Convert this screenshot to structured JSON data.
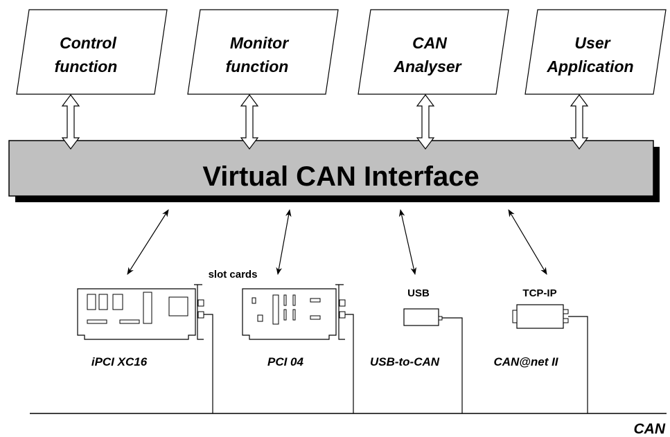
{
  "applications": [
    {
      "id": "control",
      "line1": "Control",
      "line2": "function"
    },
    {
      "id": "monitor",
      "line1": "Monitor",
      "line2": "function"
    },
    {
      "id": "analyser",
      "line1": "CAN",
      "line2": "Analyser"
    },
    {
      "id": "user",
      "line1": "User",
      "line2": "Application"
    }
  ],
  "interface": {
    "title": "Virtual CAN Interface",
    "fill": "#c0c0c0",
    "shadow": "#000000"
  },
  "connectors": {
    "slot_cards": "slot cards",
    "usb": "USB",
    "tcpip": "TCP-IP"
  },
  "devices": [
    {
      "id": "ipci",
      "label": "iPCI XC16"
    },
    {
      "id": "pci04",
      "label": "PCI 04"
    },
    {
      "id": "usb2can",
      "label": "USB-to-CAN"
    },
    {
      "id": "canatnet",
      "label": "CAN@net II"
    }
  ],
  "bus": {
    "label": "CAN"
  }
}
